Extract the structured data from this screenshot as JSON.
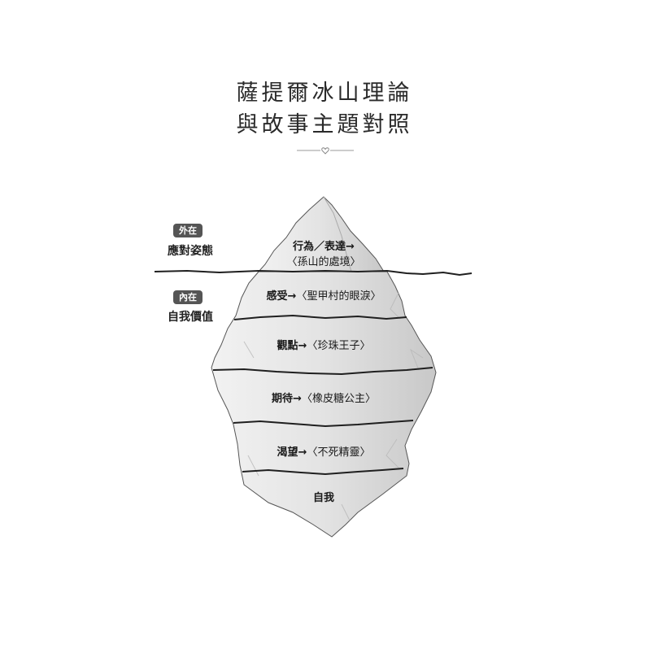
{
  "title": {
    "line1": "薩提爾冰山理論",
    "line2": "與故事主題對照"
  },
  "sides": {
    "outer_badge": "外在",
    "outer_label": "應對姿態",
    "inner_badge": "內在",
    "inner_label": "自我價值"
  },
  "layers": [
    {
      "line1": "行為／表達→",
      "line2": "〈孫山的處境〉"
    },
    {
      "text": "感受→",
      "work": "〈聖甲村的眼淚〉"
    },
    {
      "text": "觀點→",
      "work": "〈珍珠王子〉"
    },
    {
      "text": "期待→",
      "work": "〈橡皮糖公主〉"
    },
    {
      "text": "渴望→",
      "work": "〈不死精靈〉"
    },
    {
      "text": "自我"
    }
  ],
  "colors": {
    "ice_fill": "#e6e6e6",
    "ice_shade": "#c9c9c9",
    "line": "#1f1f1f",
    "badge": "#555555"
  }
}
